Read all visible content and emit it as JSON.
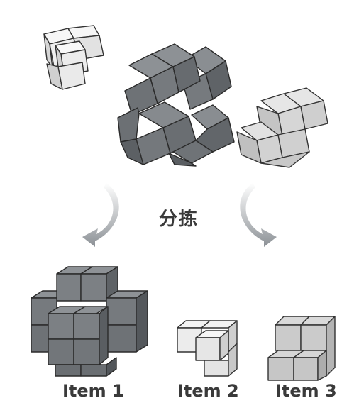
{
  "diagram": {
    "center_label": "分拣",
    "items": [
      {
        "label": "Item 1"
      },
      {
        "label": "Item 2"
      },
      {
        "label": "Item 3"
      }
    ],
    "colors": {
      "dark_cube": "#7a7e82",
      "light_cube": "#eeeeee",
      "mid_cube": "#d4d4d4",
      "arrow": "#9aa0a4"
    }
  }
}
